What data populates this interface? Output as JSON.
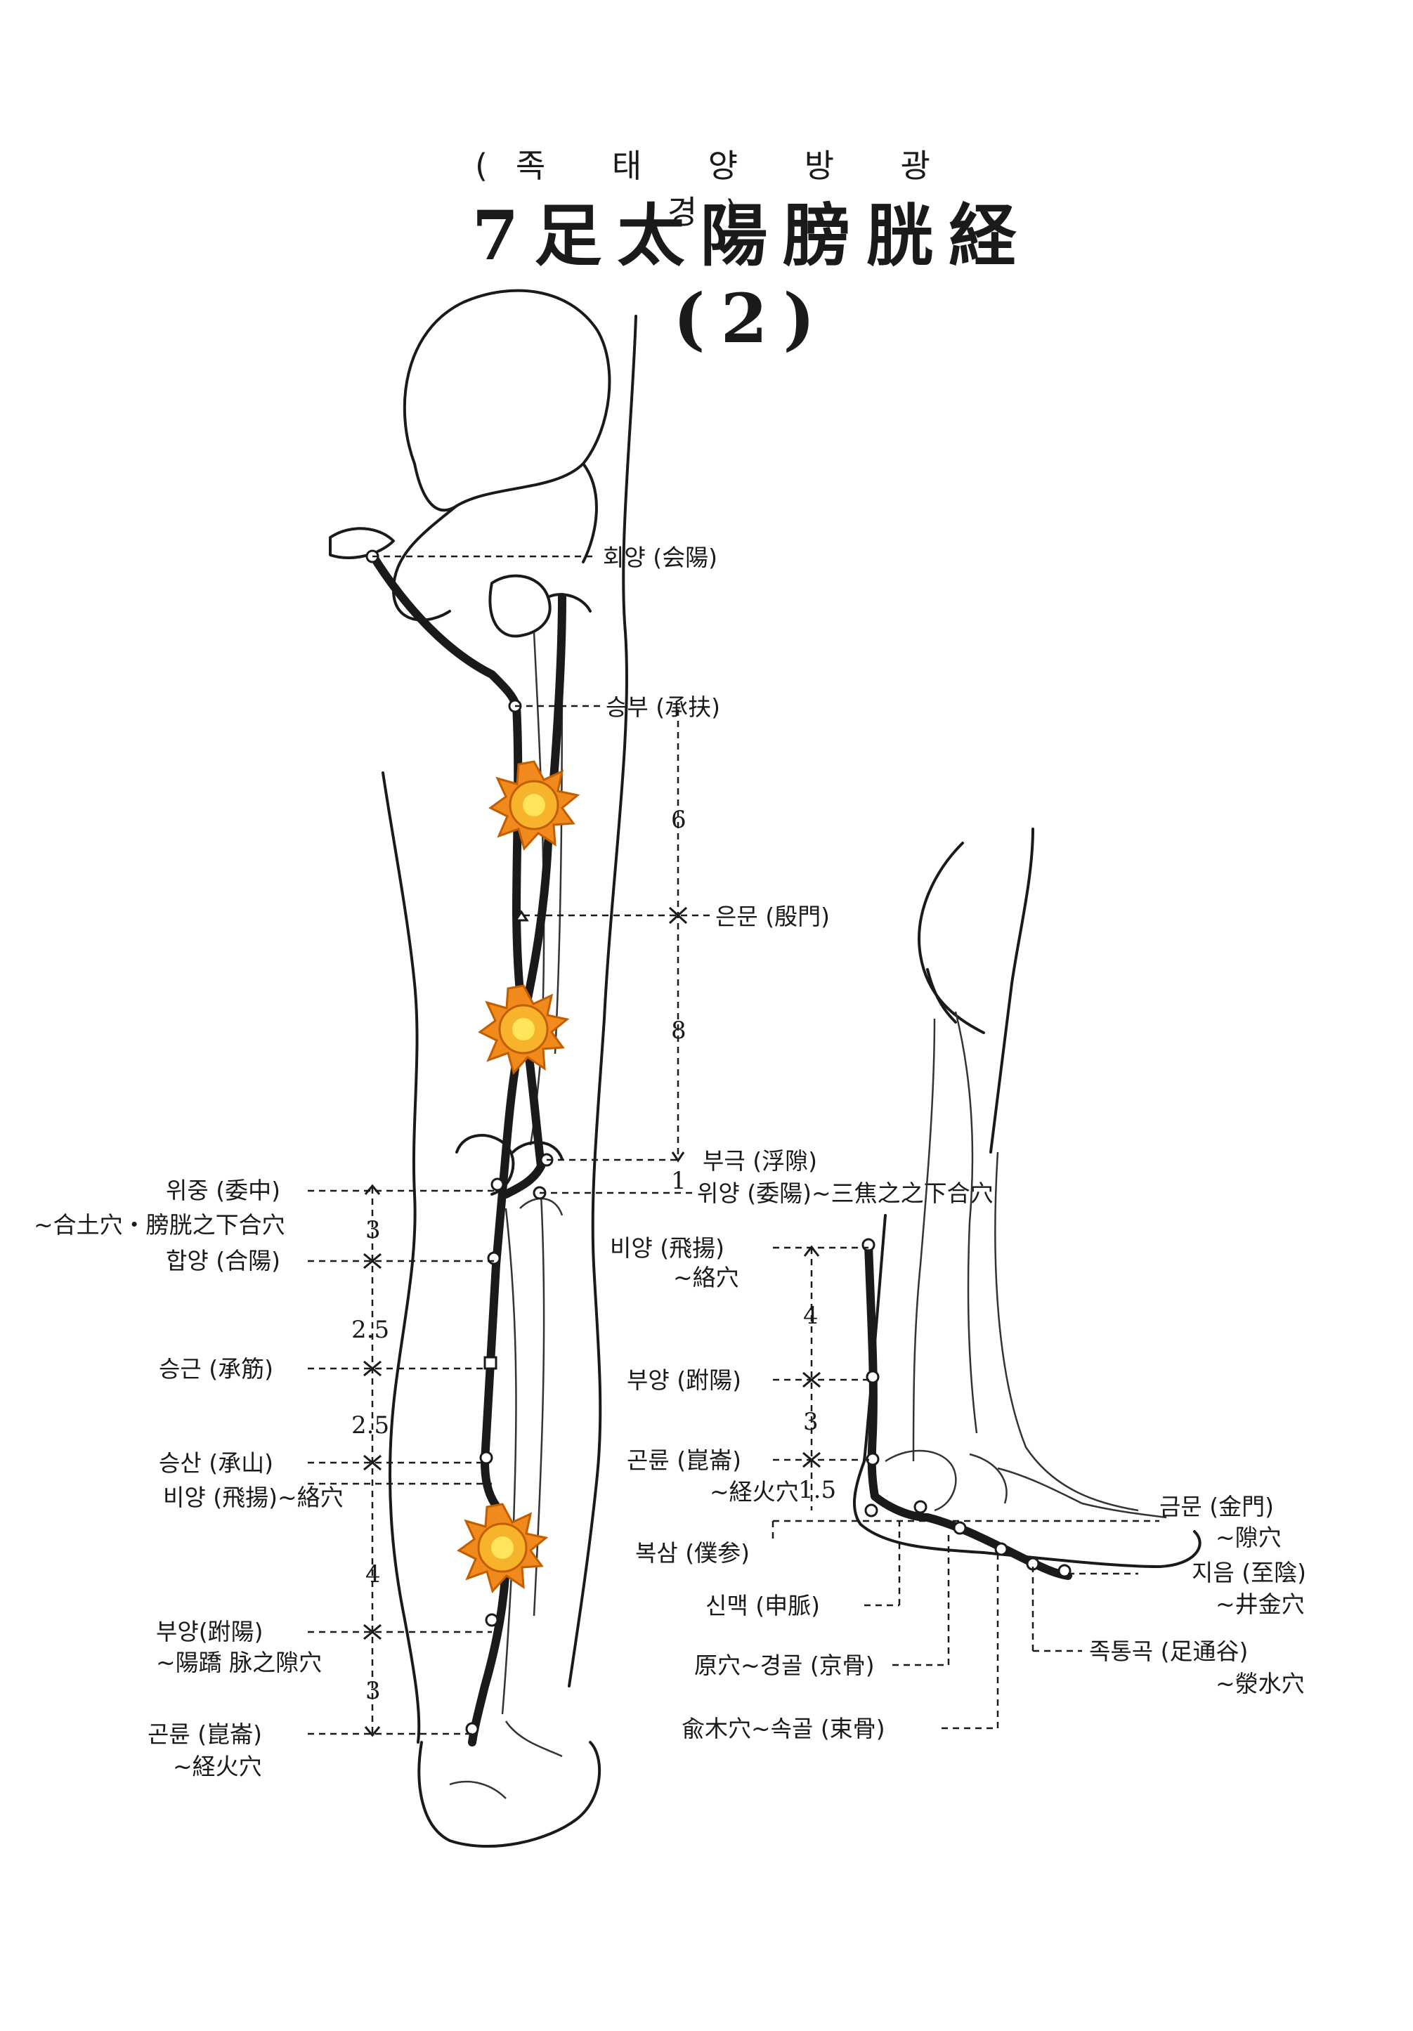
{
  "title": {
    "reading": "(족 태 양 방 광 경)",
    "main": "7足太陽膀胱経(2)"
  },
  "leg_points": [
    {
      "id": "hoeyang",
      "label": "회양 (会陽)"
    },
    {
      "id": "seungbu",
      "label": "승부 (承扶)"
    },
    {
      "id": "eunmun",
      "label": "은문 (殷門)"
    },
    {
      "id": "bugeuk",
      "label": "부극 (浮隙)"
    },
    {
      "id": "wiyang",
      "label": "위양 (委陽)~三焦之之下合穴"
    },
    {
      "id": "wijung",
      "label": "위중 (委中)"
    },
    {
      "id": "wijung_note",
      "label": "~合土穴・膀胱之下合穴"
    },
    {
      "id": "hapyang",
      "label": "합양 (合陽)"
    },
    {
      "id": "seunggeun",
      "label": "승근 (承筋)"
    },
    {
      "id": "seungsan",
      "label": "승산 (承山)"
    },
    {
      "id": "biyang",
      "label": "비양 (飛揚)~絡穴"
    },
    {
      "id": "buyang",
      "label": "부양(跗陽)"
    },
    {
      "id": "buyang_note",
      "label": "~陽蹻 脉之隙穴"
    },
    {
      "id": "gollyun",
      "label": "곤륜 (崑崙)"
    },
    {
      "id": "gollyun_note",
      "label": "~経火穴"
    }
  ],
  "leg_measures": [
    "6",
    "8",
    "1",
    "3",
    "2.5",
    "2.5",
    "4",
    "3"
  ],
  "foot_points": [
    {
      "id": "biyang",
      "label": "비양 (飛揚)"
    },
    {
      "id": "biyang_note",
      "label": "~絡穴"
    },
    {
      "id": "buyang",
      "label": "부양 (跗陽)"
    },
    {
      "id": "gollyun",
      "label": "곤륜 (崑崙)"
    },
    {
      "id": "gollyun_note",
      "label": "~経火穴"
    },
    {
      "id": "boksam",
      "label": "복삼 (僕参)"
    },
    {
      "id": "sinmaek",
      "label": "신맥 (申脈)"
    },
    {
      "id": "gyeonggol",
      "label": "原穴~경골 (京骨)"
    },
    {
      "id": "sokgol",
      "label": "兪木穴~속골 (束骨)"
    },
    {
      "id": "geummun",
      "label": "금문 (金門)"
    },
    {
      "id": "geummun_note",
      "label": "~隙穴"
    },
    {
      "id": "jieum",
      "label": "지음 (至陰)"
    },
    {
      "id": "jieum_note",
      "label": "~井金穴"
    },
    {
      "id": "joktonggok",
      "label": "족통곡 (足通谷)"
    },
    {
      "id": "joktonggok_note",
      "label": "~滎水穴"
    }
  ],
  "foot_measures": [
    "4",
    "3",
    "1.5"
  ],
  "colors": {
    "line": "#1a1a1a",
    "marker_outer": "#f08a1c",
    "marker_inner": "#ffd84a"
  }
}
